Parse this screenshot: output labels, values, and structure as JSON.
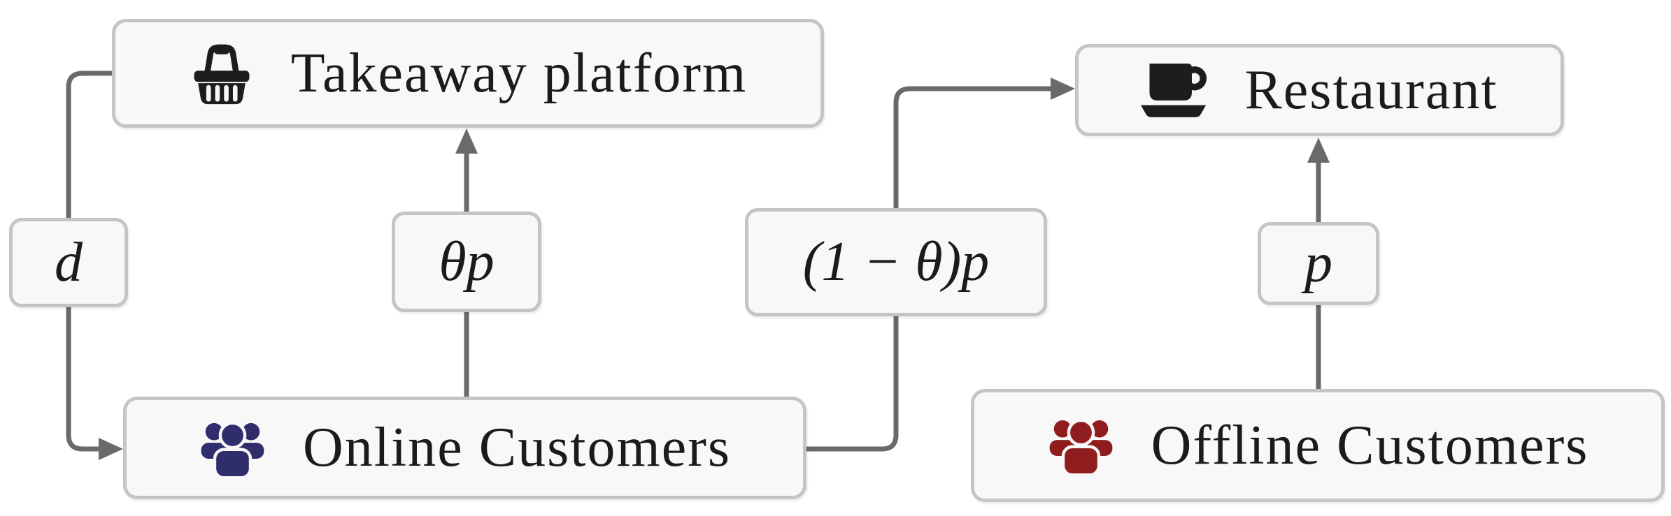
{
  "colors": {
    "background": "#ffffff",
    "node_fill": "#f8f8f8",
    "node_border": "#c5c5c5",
    "edge_line": "#6a6a6a",
    "text": "#1b1b1b",
    "dark_icon": "#1d1d1f",
    "online_icon": "#2f2d6b",
    "offline_icon": "#8f1d1d"
  },
  "nodes": {
    "takeaway": {
      "label": "Takeaway platform",
      "icon": "shopping-basket-icon"
    },
    "restaurant": {
      "label": "Restaurant",
      "icon": "coffee-cup-icon"
    },
    "online": {
      "label": "Online Customers",
      "icon": "users-icon"
    },
    "offline": {
      "label": "Offline Customers",
      "icon": "users-icon"
    }
  },
  "edges": {
    "d": {
      "label": "d",
      "from": "takeaway",
      "to": "online"
    },
    "theta_p": {
      "label": "θp",
      "from": "online",
      "to": "takeaway"
    },
    "one_minus_theta_p": {
      "label": "(1 − θ)p",
      "from": "online",
      "to": "restaurant"
    },
    "p": {
      "label": "p",
      "from": "offline",
      "to": "restaurant"
    }
  }
}
